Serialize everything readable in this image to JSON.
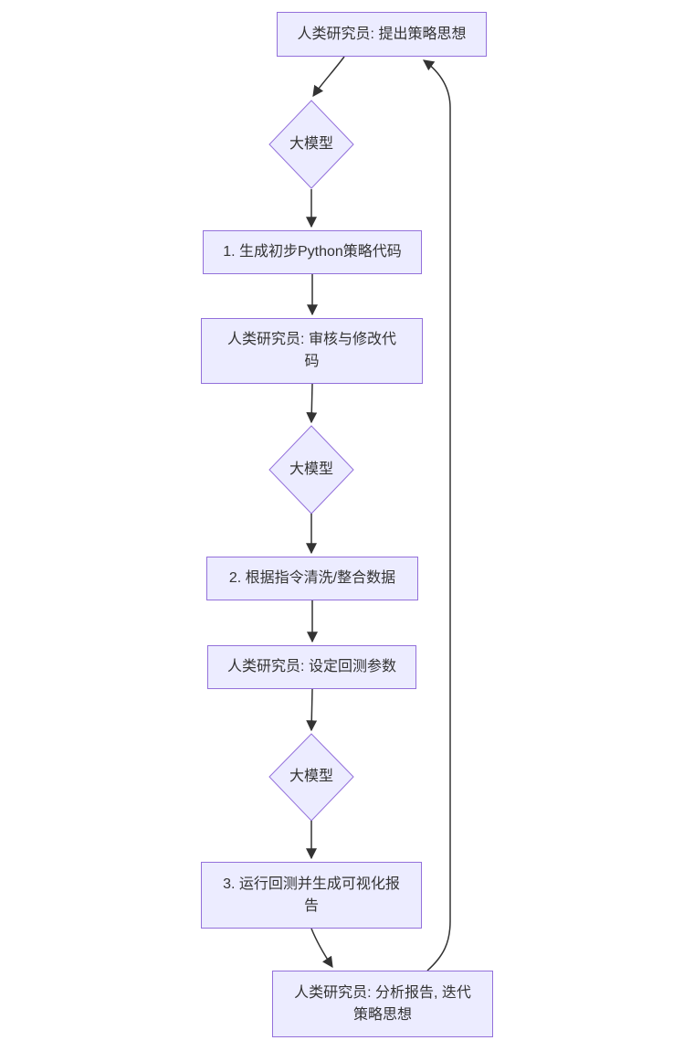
{
  "diagram": {
    "type": "flowchart",
    "direction": "top-down",
    "colors": {
      "node_fill": "#ECECFF",
      "node_border": "#9370DB",
      "edge_color": "#333333",
      "text_color": "#333333"
    },
    "nodes": [
      {
        "id": "n1",
        "shape": "rect",
        "label": "人类研究员: 提出策略思想"
      },
      {
        "id": "n2",
        "shape": "diamond",
        "label": "大模型"
      },
      {
        "id": "n3",
        "shape": "rect",
        "label": "1. 生成初步Python策略代码"
      },
      {
        "id": "n4",
        "shape": "rect",
        "label": "人类研究员: 审核与修改代码"
      },
      {
        "id": "n5",
        "shape": "diamond",
        "label": "大模型"
      },
      {
        "id": "n6",
        "shape": "rect",
        "label": "2. 根据指令清洗/整合数据"
      },
      {
        "id": "n7",
        "shape": "rect",
        "label": "人类研究员: 设定回测参数"
      },
      {
        "id": "n8",
        "shape": "diamond",
        "label": "大模型"
      },
      {
        "id": "n9",
        "shape": "rect",
        "label": "3. 运行回测并生成可视化报告"
      },
      {
        "id": "n10",
        "shape": "rect",
        "label": "人类研究员: 分析报告, 迭代策略思想"
      }
    ],
    "edges": [
      {
        "from": "n1",
        "to": "n2"
      },
      {
        "from": "n2",
        "to": "n3"
      },
      {
        "from": "n3",
        "to": "n4"
      },
      {
        "from": "n4",
        "to": "n5"
      },
      {
        "from": "n5",
        "to": "n6"
      },
      {
        "from": "n6",
        "to": "n7"
      },
      {
        "from": "n7",
        "to": "n8"
      },
      {
        "from": "n8",
        "to": "n9"
      },
      {
        "from": "n9",
        "to": "n10"
      },
      {
        "from": "n10",
        "to": "n1"
      }
    ]
  }
}
